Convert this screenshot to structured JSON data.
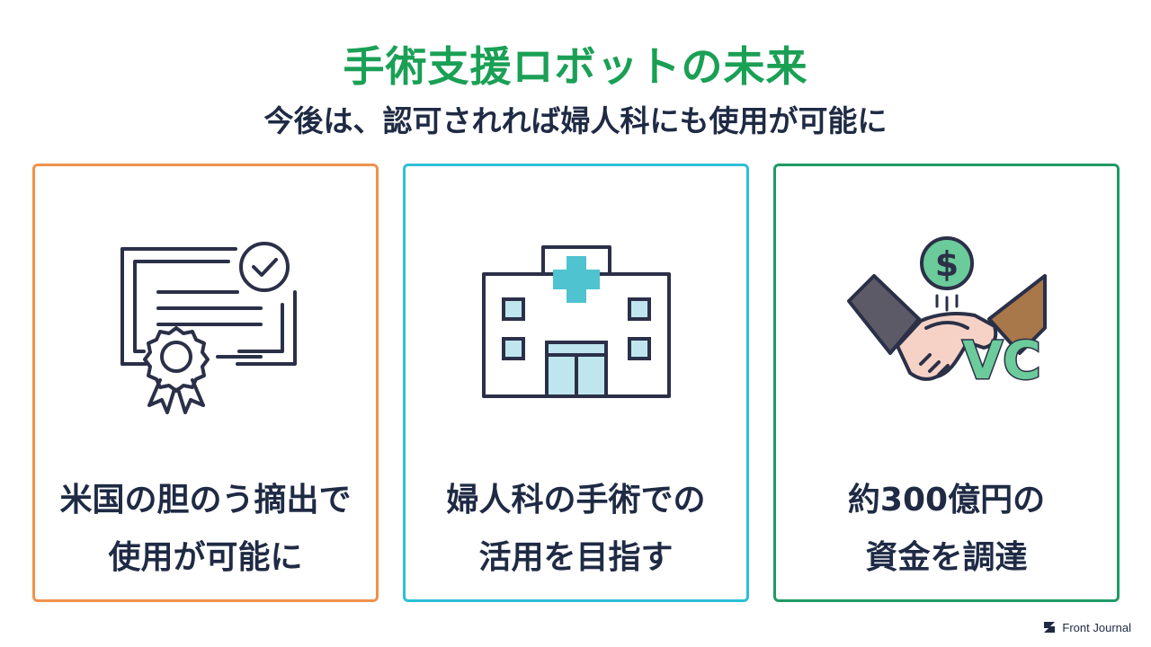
{
  "header": {
    "title": "手術支援ロボットの未来",
    "subtitle": "今後は、認可されれば婦人科にも使用が可能に"
  },
  "cards": [
    {
      "line1": "米国の胆のう摘出で",
      "line2": "使用が可能に",
      "icon": "certificate-icon",
      "border_color": "#f0924a"
    },
    {
      "line1": "婦人科の手術での",
      "line2": "活用を目指す",
      "icon": "hospital-icon",
      "border_color": "#2dbfd8"
    },
    {
      "line1": "約300億円の",
      "line2": "資金を調達",
      "icon": "handshake-vc-icon",
      "border_color": "#1f9a66",
      "icon_label": "VC",
      "coin_symbol": "$"
    }
  ],
  "brand": {
    "name": "Front Journal"
  },
  "colors": {
    "title": "#1aa055",
    "text": "#1f2a44"
  }
}
